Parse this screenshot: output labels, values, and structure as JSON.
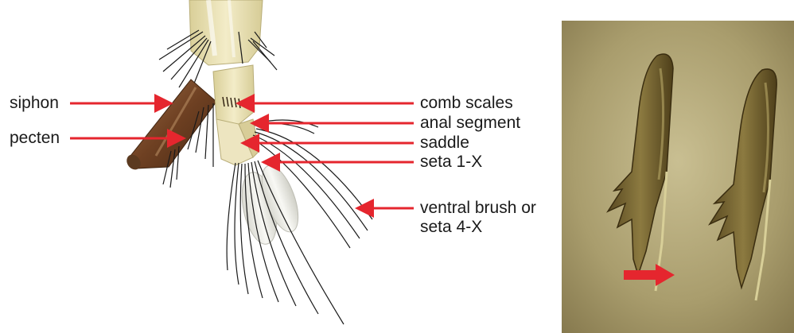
{
  "labels": {
    "siphon": "siphon",
    "pecten": "pecten",
    "comb_scales": "comb scales",
    "anal_segment": "anal segment",
    "saddle": "saddle",
    "seta_1x": "seta 1-X",
    "ventral_brush_line1": "ventral brush or",
    "ventral_brush_line2": "seta 4-X"
  },
  "colors": {
    "arrow": "#e5262e",
    "siphon_brown": "#7a4a2a",
    "body_cream": "#e9e1b8",
    "photo_bg": "#a89c6e"
  }
}
